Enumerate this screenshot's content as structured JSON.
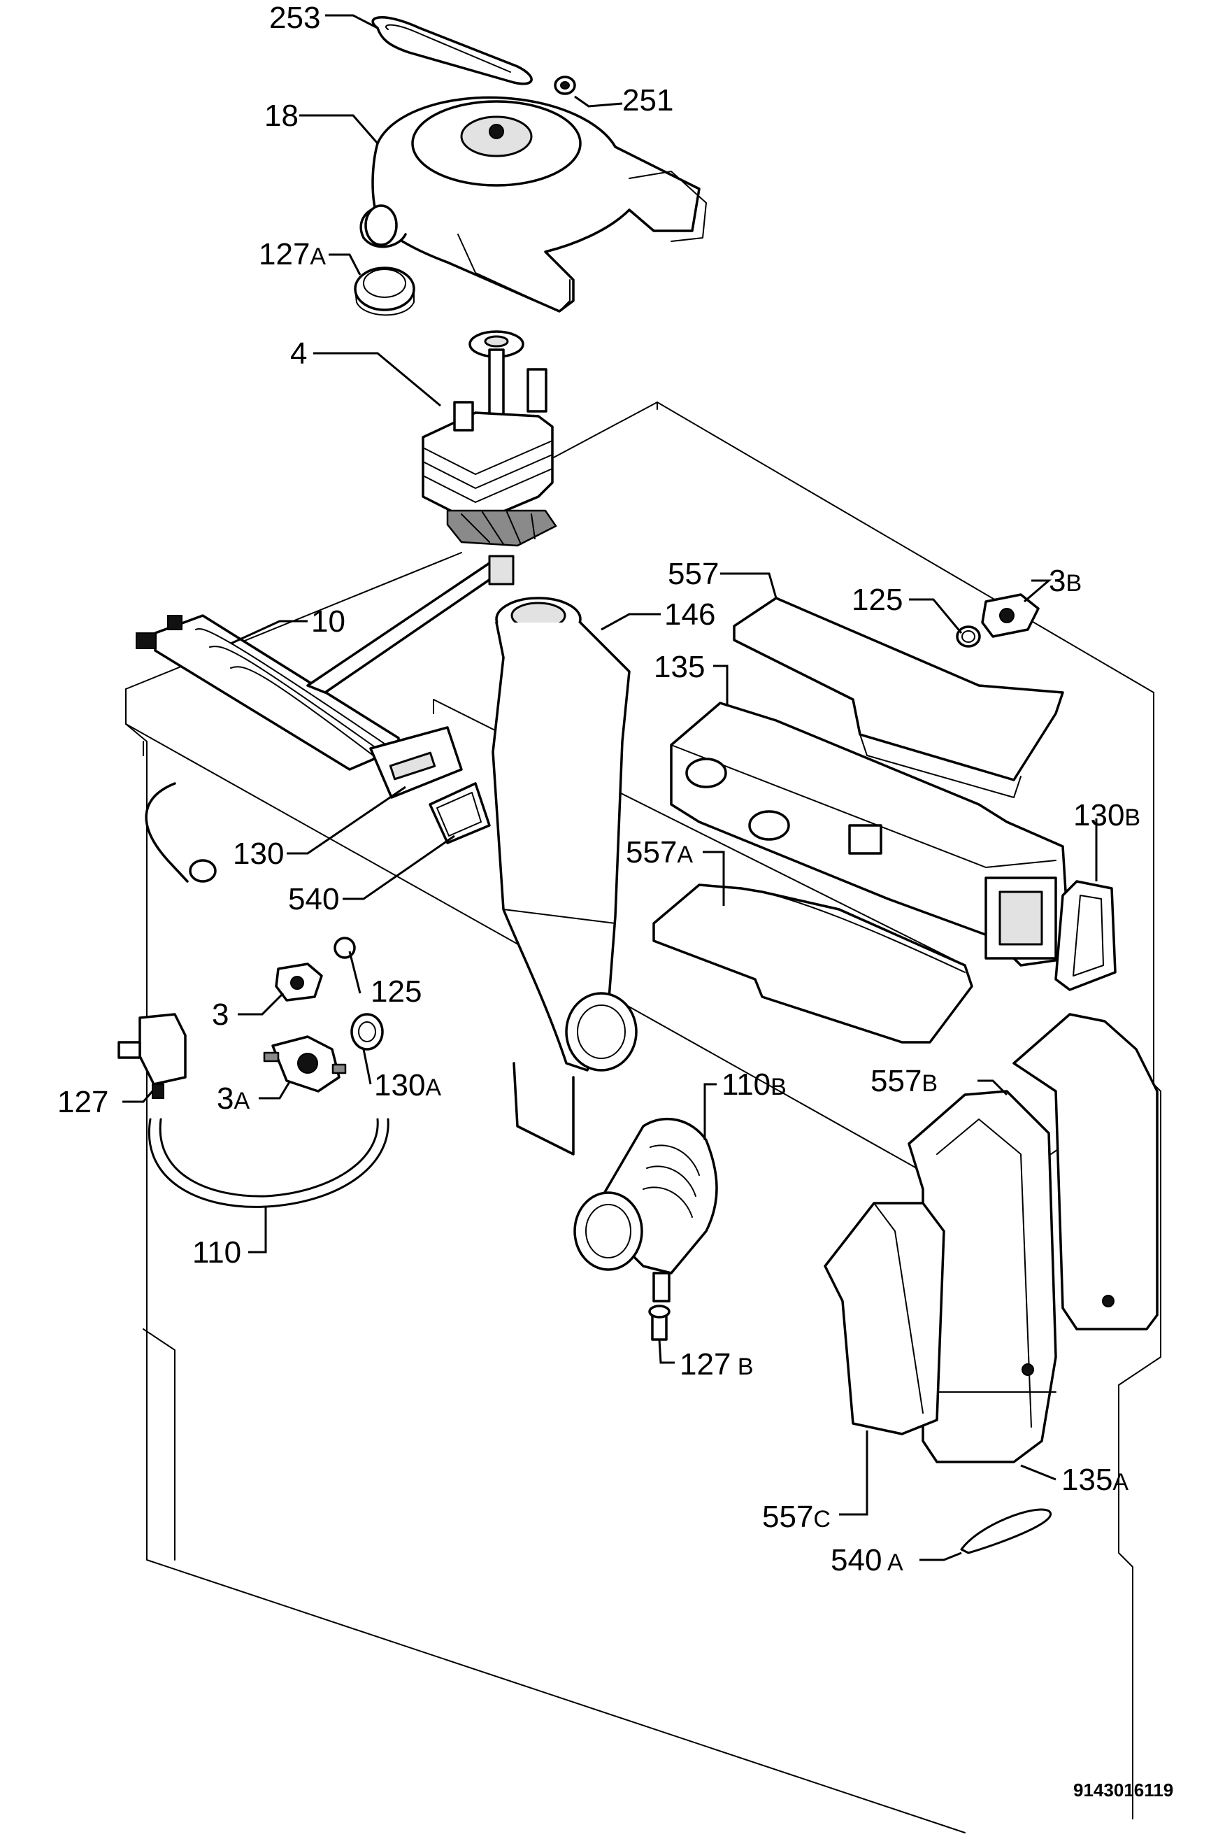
{
  "parts": [
    {
      "id": "p253",
      "label": "253"
    },
    {
      "id": "p251",
      "label": "251"
    },
    {
      "id": "p18",
      "label": "18"
    },
    {
      "id": "p127A",
      "label": "127",
      "suffix": "A"
    },
    {
      "id": "p4",
      "label": "4"
    },
    {
      "id": "p557",
      "label": "557"
    },
    {
      "id": "p125a",
      "label": "125"
    },
    {
      "id": "p3B",
      "label": "3",
      "suffix": "B"
    },
    {
      "id": "p10",
      "label": "10"
    },
    {
      "id": "p146",
      "label": "146"
    },
    {
      "id": "p135",
      "label": "135"
    },
    {
      "id": "p130B",
      "label": "130",
      "suffix": "B"
    },
    {
      "id": "p557A",
      "label": "557",
      "suffix": "A"
    },
    {
      "id": "p130",
      "label": "130"
    },
    {
      "id": "p540",
      "label": "540"
    },
    {
      "id": "p125b",
      "label": "125"
    },
    {
      "id": "p3",
      "label": "3"
    },
    {
      "id": "p130A",
      "label": "130",
      "suffix": "A"
    },
    {
      "id": "p3A",
      "label": "3",
      "suffix": "A"
    },
    {
      "id": "p127",
      "label": "127"
    },
    {
      "id": "p110B",
      "label": "110",
      "suffix": "B"
    },
    {
      "id": "p557B",
      "label": "557",
      "suffix": "B"
    },
    {
      "id": "p110",
      "label": "110"
    },
    {
      "id": "p127B",
      "label": "127",
      "suffix": " B"
    },
    {
      "id": "p135A",
      "label": "135",
      "suffix": "A"
    },
    {
      "id": "p557C",
      "label": "557",
      "suffix": "C"
    },
    {
      "id": "p540A",
      "label": "540",
      "suffix": " A"
    }
  ],
  "reference_number": "9143016119"
}
